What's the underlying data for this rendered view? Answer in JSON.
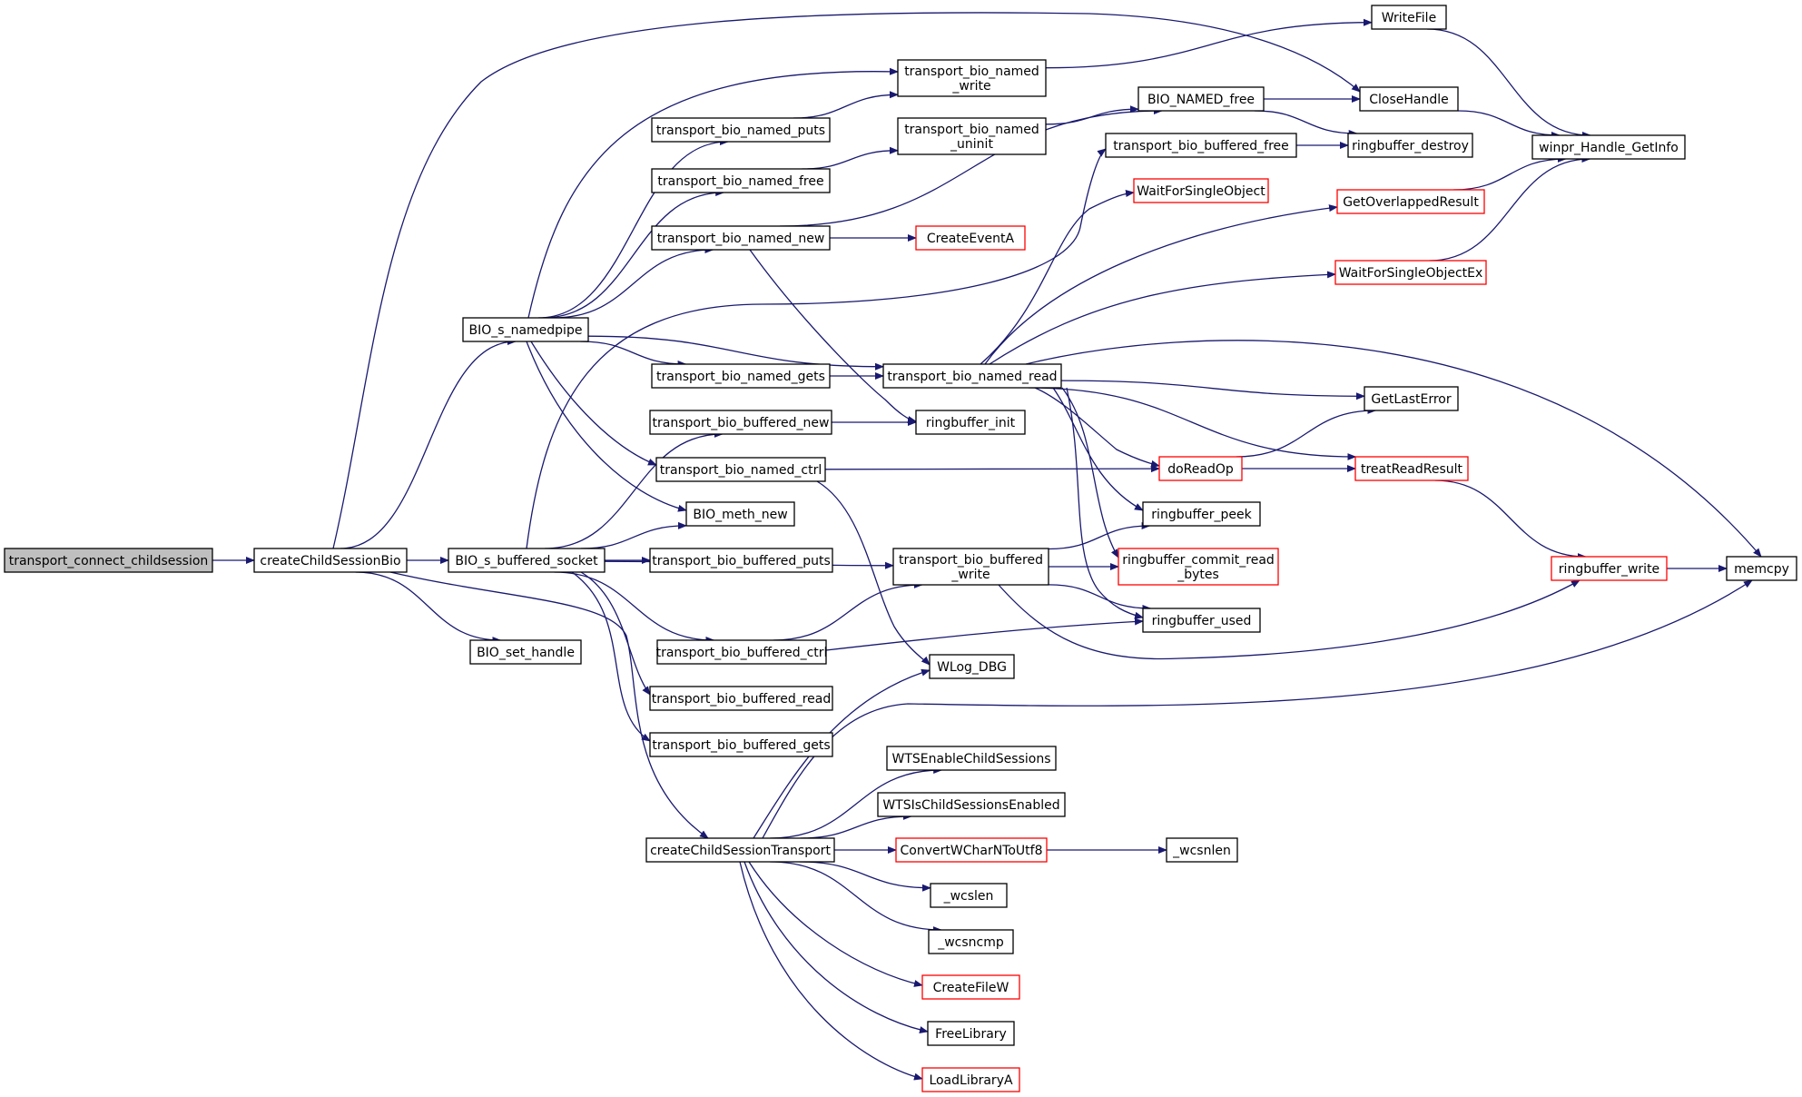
{
  "colors": {
    "edge": "#191970",
    "node_border": "#000000",
    "truncated_border": "#ff0000",
    "node_fill": "#ffffff",
    "root_fill": "#bfbfbf"
  },
  "nodes": [
    {
      "id": "root",
      "lines": [
        "transport_connect_childsession"
      ],
      "kind": "root"
    },
    {
      "id": "createChildSessionBio",
      "lines": [
        "createChildSessionBio"
      ],
      "kind": "normal"
    },
    {
      "id": "BIO_s_namedpipe",
      "lines": [
        "BIO_s_namedpipe"
      ],
      "kind": "normal"
    },
    {
      "id": "BIO_s_buffered_socket",
      "lines": [
        "BIO_s_buffered_socket"
      ],
      "kind": "normal"
    },
    {
      "id": "BIO_set_handle",
      "lines": [
        "BIO_set_handle"
      ],
      "kind": "normal"
    },
    {
      "id": "createChildSessionTransport",
      "lines": [
        "createChildSessionTransport"
      ],
      "kind": "normal"
    },
    {
      "id": "CloseHandle",
      "lines": [
        "CloseHandle"
      ],
      "kind": "normal"
    },
    {
      "id": "transport_bio_named_write",
      "lines": [
        "transport_bio_named",
        "_write"
      ],
      "kind": "normal"
    },
    {
      "id": "transport_bio_named_puts",
      "lines": [
        "transport_bio_named_puts"
      ],
      "kind": "normal"
    },
    {
      "id": "transport_bio_named_free",
      "lines": [
        "transport_bio_named_free"
      ],
      "kind": "normal"
    },
    {
      "id": "transport_bio_named_new",
      "lines": [
        "transport_bio_named_new"
      ],
      "kind": "normal"
    },
    {
      "id": "transport_bio_named_gets",
      "lines": [
        "transport_bio_named_gets"
      ],
      "kind": "normal"
    },
    {
      "id": "transport_bio_named_read",
      "lines": [
        "transport_bio_named_read"
      ],
      "kind": "normal"
    },
    {
      "id": "transport_bio_named_ctrl",
      "lines": [
        "transport_bio_named_ctrl"
      ],
      "kind": "normal"
    },
    {
      "id": "BIO_meth_new",
      "lines": [
        "BIO_meth_new"
      ],
      "kind": "normal"
    },
    {
      "id": "transport_bio_buffered_free",
      "lines": [
        "transport_bio_buffered_free"
      ],
      "kind": "normal"
    },
    {
      "id": "transport_bio_buffered_new",
      "lines": [
        "transport_bio_buffered_new"
      ],
      "kind": "normal"
    },
    {
      "id": "transport_bio_buffered_puts",
      "lines": [
        "transport_bio_buffered_puts"
      ],
      "kind": "normal"
    },
    {
      "id": "transport_bio_buffered_write",
      "lines": [
        "transport_bio_buffered",
        "_write"
      ],
      "kind": "normal"
    },
    {
      "id": "transport_bio_buffered_ctrl",
      "lines": [
        "transport_bio_buffered_ctrl"
      ],
      "kind": "normal"
    },
    {
      "id": "transport_bio_buffered_read",
      "lines": [
        "transport_bio_buffered_read"
      ],
      "kind": "normal"
    },
    {
      "id": "transport_bio_buffered_gets",
      "lines": [
        "transport_bio_buffered_gets"
      ],
      "kind": "normal"
    },
    {
      "id": "WriteFile",
      "lines": [
        "WriteFile"
      ],
      "kind": "normal"
    },
    {
      "id": "transport_bio_named_uninit",
      "lines": [
        "transport_bio_named",
        "_uninit"
      ],
      "kind": "normal"
    },
    {
      "id": "BIO_NAMED_free",
      "lines": [
        "BIO_NAMED_free"
      ],
      "kind": "normal"
    },
    {
      "id": "CreateEventA",
      "lines": [
        "CreateEventA"
      ],
      "kind": "truncated"
    },
    {
      "id": "ringbuffer_init",
      "lines": [
        "ringbuffer_init"
      ],
      "kind": "normal"
    },
    {
      "id": "WLog_DBG",
      "lines": [
        "WLog_DBG"
      ],
      "kind": "normal"
    },
    {
      "id": "WTSEnableChildSessions",
      "lines": [
        "WTSEnableChildSessions"
      ],
      "kind": "normal"
    },
    {
      "id": "WTSIsChildSessionsEnabled",
      "lines": [
        "WTSIsChildSessionsEnabled"
      ],
      "kind": "normal"
    },
    {
      "id": "ConvertWCharNToUtf8",
      "lines": [
        "ConvertWCharNToUtf8"
      ],
      "kind": "truncated"
    },
    {
      "id": "_wcslen",
      "lines": [
        "_wcslen"
      ],
      "kind": "normal"
    },
    {
      "id": "_wcsncmp",
      "lines": [
        "_wcsncmp"
      ],
      "kind": "normal"
    },
    {
      "id": "CreateFileW",
      "lines": [
        "CreateFileW"
      ],
      "kind": "truncated"
    },
    {
      "id": "FreeLibrary",
      "lines": [
        "FreeLibrary"
      ],
      "kind": "normal"
    },
    {
      "id": "LoadLibraryA",
      "lines": [
        "LoadLibraryA"
      ],
      "kind": "truncated"
    },
    {
      "id": "WaitForSingleObject",
      "lines": [
        "WaitForSingleObject"
      ],
      "kind": "truncated"
    },
    {
      "id": "doReadOp",
      "lines": [
        "doReadOp"
      ],
      "kind": "truncated"
    },
    {
      "id": "ringbuffer_peek",
      "lines": [
        "ringbuffer_peek"
      ],
      "kind": "normal"
    },
    {
      "id": "ringbuffer_commit_read_bytes",
      "lines": [
        "ringbuffer_commit_read",
        "_bytes"
      ],
      "kind": "truncated"
    },
    {
      "id": "ringbuffer_used",
      "lines": [
        "ringbuffer_used"
      ],
      "kind": "normal"
    },
    {
      "id": "_wcsnlen",
      "lines": [
        "_wcsnlen"
      ],
      "kind": "normal"
    },
    {
      "id": "ringbuffer_destroy",
      "lines": [
        "ringbuffer_destroy"
      ],
      "kind": "normal"
    },
    {
      "id": "GetOverlappedResult",
      "lines": [
        "GetOverlappedResult"
      ],
      "kind": "truncated"
    },
    {
      "id": "WaitForSingleObjectEx",
      "lines": [
        "WaitForSingleObjectEx"
      ],
      "kind": "truncated"
    },
    {
      "id": "GetLastError",
      "lines": [
        "GetLastError"
      ],
      "kind": "normal"
    },
    {
      "id": "treatReadResult",
      "lines": [
        "treatReadResult"
      ],
      "kind": "truncated"
    },
    {
      "id": "ringbuffer_write",
      "lines": [
        "ringbuffer_write"
      ],
      "kind": "truncated"
    },
    {
      "id": "winpr_Handle_GetInfo",
      "lines": [
        "winpr_Handle_GetInfo"
      ],
      "kind": "normal"
    },
    {
      "id": "memcpy",
      "lines": [
        "memcpy"
      ],
      "kind": "normal"
    }
  ],
  "edges": [
    [
      "root",
      "createChildSessionBio"
    ],
    [
      "createChildSessionBio",
      "CloseHandle"
    ],
    [
      "createChildSessionBio",
      "BIO_s_namedpipe"
    ],
    [
      "createChildSessionBio",
      "BIO_s_buffered_socket"
    ],
    [
      "createChildSessionBio",
      "BIO_set_handle"
    ],
    [
      "createChildSessionBio",
      "createChildSessionTransport"
    ],
    [
      "BIO_s_namedpipe",
      "transport_bio_named_write"
    ],
    [
      "BIO_s_namedpipe",
      "transport_bio_named_puts"
    ],
    [
      "BIO_s_namedpipe",
      "transport_bio_named_free"
    ],
    [
      "BIO_s_namedpipe",
      "transport_bio_named_new"
    ],
    [
      "BIO_s_namedpipe",
      "transport_bio_named_read"
    ],
    [
      "BIO_s_namedpipe",
      "transport_bio_named_gets"
    ],
    [
      "BIO_s_namedpipe",
      "transport_bio_named_ctrl"
    ],
    [
      "BIO_s_namedpipe",
      "BIO_meth_new"
    ],
    [
      "BIO_s_buffered_socket",
      "transport_bio_buffered_free"
    ],
    [
      "BIO_s_buffered_socket",
      "transport_bio_buffered_new"
    ],
    [
      "BIO_s_buffered_socket",
      "BIO_meth_new"
    ],
    [
      "BIO_s_buffered_socket",
      "transport_bio_buffered_puts"
    ],
    [
      "BIO_s_buffered_socket",
      "transport_bio_buffered_write"
    ],
    [
      "BIO_s_buffered_socket",
      "transport_bio_buffered_ctrl"
    ],
    [
      "BIO_s_buffered_socket",
      "transport_bio_buffered_read"
    ],
    [
      "BIO_s_buffered_socket",
      "transport_bio_buffered_gets"
    ],
    [
      "transport_bio_named_write",
      "WriteFile"
    ],
    [
      "transport_bio_named_puts",
      "transport_bio_named_write"
    ],
    [
      "transport_bio_named_free",
      "transport_bio_named_uninit"
    ],
    [
      "transport_bio_named_uninit",
      "BIO_NAMED_free"
    ],
    [
      "transport_bio_named_new",
      "BIO_NAMED_free"
    ],
    [
      "transport_bio_named_new",
      "CreateEventA"
    ],
    [
      "transport_bio_named_new",
      "ringbuffer_init"
    ],
    [
      "transport_bio_named_gets",
      "transport_bio_named_read"
    ],
    [
      "transport_bio_named_ctrl",
      "doReadOp"
    ],
    [
      "transport_bio_named_ctrl",
      "WLog_DBG"
    ],
    [
      "transport_bio_buffered_new",
      "ringbuffer_init"
    ],
    [
      "transport_bio_buffered_ctrl",
      "transport_bio_buffered_write"
    ],
    [
      "transport_bio_buffered_ctrl",
      "ringbuffer_used"
    ],
    [
      "transport_bio_buffered_write",
      "ringbuffer_peek"
    ],
    [
      "transport_bio_buffered_write",
      "ringbuffer_commit_read_bytes"
    ],
    [
      "transport_bio_buffered_write",
      "ringbuffer_used"
    ],
    [
      "transport_bio_buffered_write",
      "ringbuffer_write"
    ],
    [
      "BIO_NAMED_free",
      "CloseHandle"
    ],
    [
      "BIO_NAMED_free",
      "ringbuffer_destroy"
    ],
    [
      "transport_bio_buffered_free",
      "ringbuffer_destroy"
    ],
    [
      "WriteFile",
      "winpr_Handle_GetInfo"
    ],
    [
      "CloseHandle",
      "winpr_Handle_GetInfo"
    ],
    [
      "GetOverlappedResult",
      "winpr_Handle_GetInfo"
    ],
    [
      "WaitForSingleObjectEx",
      "winpr_Handle_GetInfo"
    ],
    [
      "transport_bio_named_read",
      "WaitForSingleObject"
    ],
    [
      "transport_bio_named_read",
      "GetOverlappedResult"
    ],
    [
      "transport_bio_named_read",
      "WaitForSingleObjectEx"
    ],
    [
      "transport_bio_named_read",
      "memcpy"
    ],
    [
      "transport_bio_named_read",
      "GetLastError"
    ],
    [
      "transport_bio_named_read",
      "treatReadResult"
    ],
    [
      "transport_bio_named_read",
      "doReadOp"
    ],
    [
      "transport_bio_named_read",
      "ringbuffer_peek"
    ],
    [
      "transport_bio_named_read",
      "ringbuffer_commit_read_bytes"
    ],
    [
      "transport_bio_named_read",
      "ringbuffer_used"
    ],
    [
      "doReadOp",
      "GetLastError"
    ],
    [
      "doReadOp",
      "treatReadResult"
    ],
    [
      "treatReadResult",
      "ringbuffer_write"
    ],
    [
      "ringbuffer_write",
      "memcpy"
    ],
    [
      "createChildSessionTransport",
      "WLog_DBG"
    ],
    [
      "createChildSessionTransport",
      "memcpy"
    ],
    [
      "createChildSessionTransport",
      "WTSEnableChildSessions"
    ],
    [
      "createChildSessionTransport",
      "WTSIsChildSessionsEnabled"
    ],
    [
      "createChildSessionTransport",
      "ConvertWCharNToUtf8"
    ],
    [
      "createChildSessionTransport",
      "_wcslen"
    ],
    [
      "createChildSessionTransport",
      "_wcsncmp"
    ],
    [
      "createChildSessionTransport",
      "CreateFileW"
    ],
    [
      "createChildSessionTransport",
      "FreeLibrary"
    ],
    [
      "createChildSessionTransport",
      "LoadLibraryA"
    ],
    [
      "ConvertWCharNToUtf8",
      "_wcsnlen"
    ]
  ]
}
